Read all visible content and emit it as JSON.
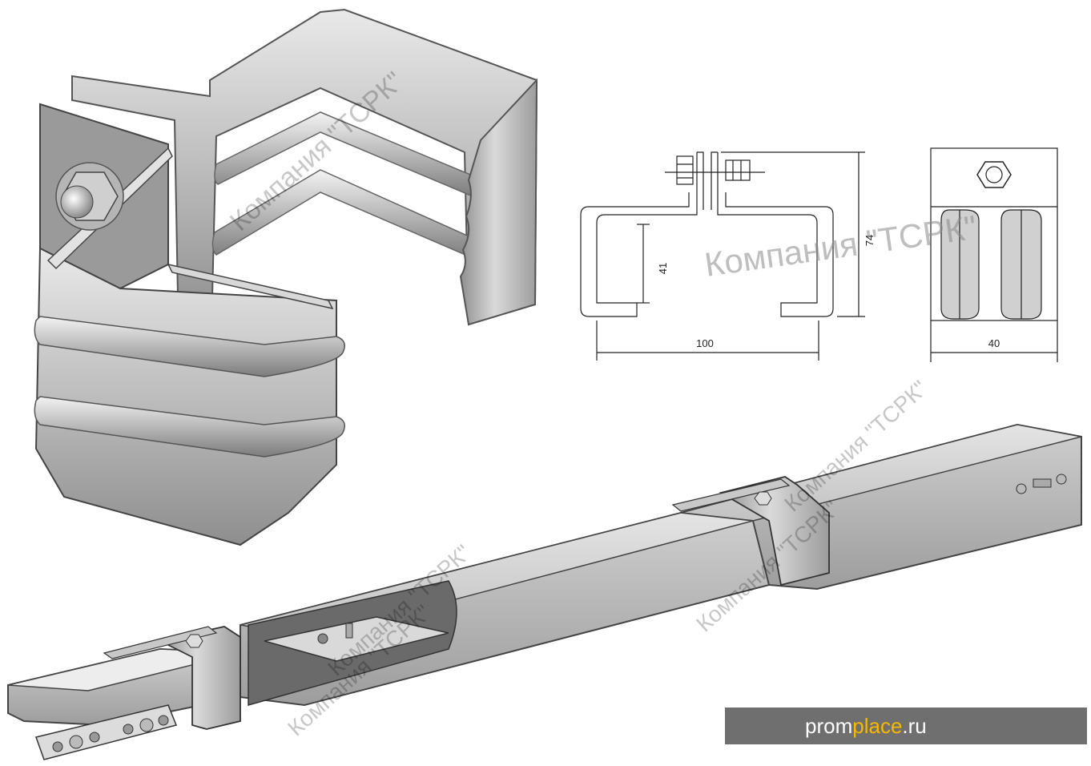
{
  "watermark": {
    "company": "Компания \"ТСРК\"",
    "clamp_left": "Компания \"ТСРК\"",
    "short": "Компания \"ТСРК\""
  },
  "drawing": {
    "dim_width": "100",
    "dim_height_inner": "41",
    "dim_height_total": "74",
    "dim_depth": "40"
  },
  "brand": {
    "prefix": "prom",
    "accent": "place",
    "suffix": ".ru",
    "accent_color": "#f6b800",
    "bg_color": "#6f6f6f"
  }
}
